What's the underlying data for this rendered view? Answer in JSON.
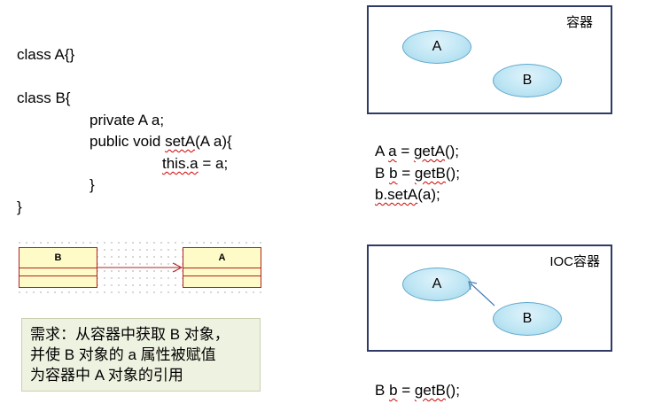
{
  "code_left": {
    "line1": "class A{}",
    "line2": "class B{",
    "line3": "private A a;",
    "line4_pre": "public void ",
    "line4_fn": "setA",
    "line4_post": "(A a){",
    "line5_obj": "this.a",
    "line5_post": " = a;",
    "line6": "}",
    "line7": "}"
  },
  "container1": {
    "label": "容器",
    "bean_a": "A",
    "bean_b": "B"
  },
  "code_right1": {
    "line1_pre": "A ",
    "line1_var": "a",
    "line1_mid": " = ",
    "line1_fn": "getA",
    "line1_post": "();",
    "line2_pre": "B ",
    "line2_var": "b",
    "line2_mid": " = ",
    "line2_fn": "getB",
    "line2_post": "();",
    "line3_fn": "b.setA",
    "line3_post": "(a);"
  },
  "uml": {
    "class_b": "B",
    "class_a": "A"
  },
  "note": {
    "line1": "需求：从容器中获取 B 对象，",
    "line2": "并使 B 对象的 a 属性被赋值",
    "line3": "为容器中 A 对象的引用"
  },
  "container2": {
    "label": "IOC容器",
    "bean_a": "A",
    "bean_b": "B"
  },
  "code_right2": {
    "line1_pre": "B ",
    "line1_var": "b",
    "line1_mid": " = ",
    "line1_fn": "getB",
    "line1_post": "();"
  }
}
